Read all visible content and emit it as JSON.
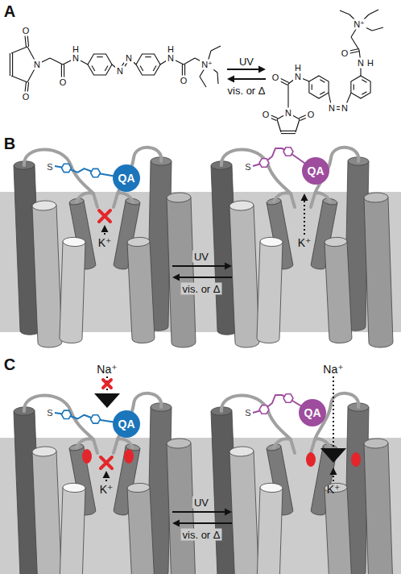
{
  "diagram": {
    "nodes": [
      {
        "text": [
          "QA"
        ]
      },
      {
        "text": [
          "QA"
        ]
      },
      {
        "text": [
          "QA"
        ]
      },
      {
        "text": [
          "QA"
        ]
      }
    ],
    "labels": [
      "A",
      "O",
      "O",
      "N",
      "O",
      "N",
      "H",
      "N",
      "N",
      "N",
      "H",
      "O",
      "N⁺",
      "UV",
      "vis. or Δ",
      "N⁺",
      "O",
      "N",
      "H",
      "N",
      "N",
      "N",
      "H",
      "O",
      "O",
      "O",
      "N",
      "B",
      "S",
      "K⁺",
      "S",
      "UV",
      "vis. or Δ",
      "K⁺",
      "C",
      "Na⁺",
      "S",
      "K⁺",
      "Na⁺",
      "S",
      "UV",
      "vis. or Δ",
      "K⁺"
    ]
  }
}
